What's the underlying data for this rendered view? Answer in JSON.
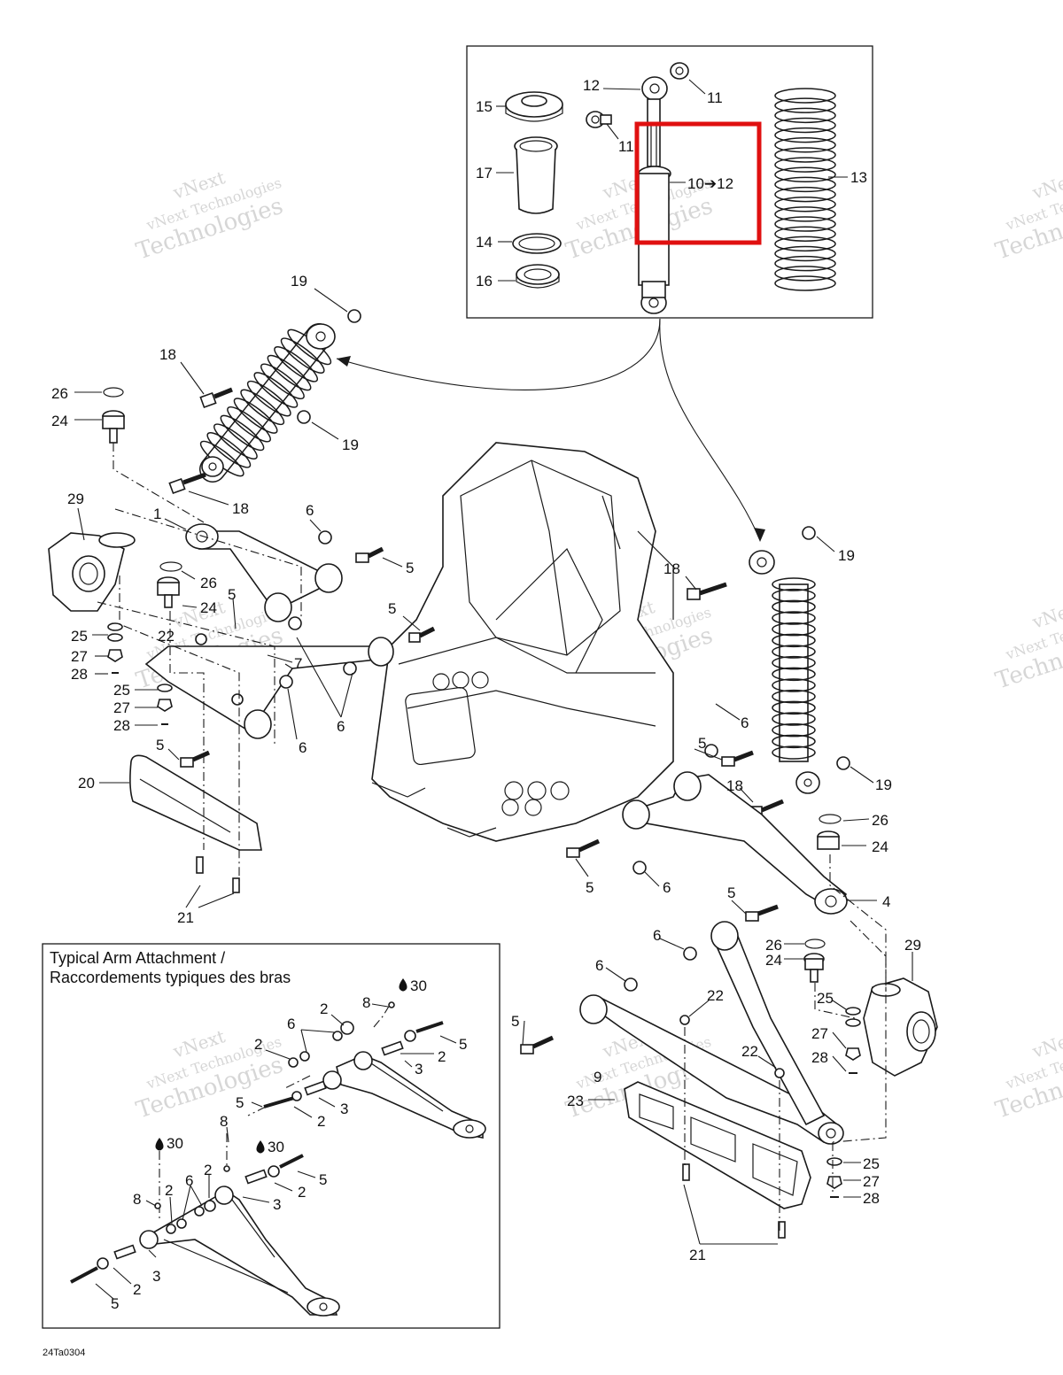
{
  "figure_ref": "24Ta0304",
  "inset_title_line1": "Typical Arm Attachment /",
  "inset_title_line2": "Raccordements typiques des bras",
  "highlight_color": "#e01010",
  "watermark": {
    "line1": "vNext",
    "line2": "vNext Technologies",
    "line3": "Technologies"
  },
  "callouts": {
    "c15": "15",
    "c17": "17",
    "c14": "14",
    "c16": "16",
    "c12a": "12",
    "c11a": "11",
    "c11b": "11",
    "c10_12": "10➔12",
    "c13": "13",
    "c19a": "19",
    "c18a": "18",
    "c19b": "19",
    "c18b": "18",
    "c26a": "26",
    "c24a": "24",
    "c29a": "29",
    "c1": "1",
    "c6a": "6",
    "c5a": "5",
    "c26b": "26",
    "c24b": "24",
    "c5b": "5",
    "c5c": "5",
    "c25a": "25",
    "c22a": "22",
    "c27a": "27",
    "c28a": "28",
    "c7": "7",
    "c25b": "25",
    "c27b": "27",
    "c28b": "28",
    "c6b": "6",
    "c6c": "6",
    "c5d": "5",
    "c20": "20",
    "c21a": "21",
    "c19c": "19",
    "c18c": "18",
    "c6d": "6",
    "c5e": "5",
    "c18d": "18",
    "c19d": "19",
    "c26c": "26",
    "c24c": "24",
    "c5f": "5",
    "c6e": "6",
    "c4": "4",
    "c5g": "5",
    "c29b": "29",
    "c6f": "6",
    "c26d": "26",
    "c24d": "24",
    "c6g": "6",
    "c22b": "22",
    "c25c": "25",
    "c5h": "5",
    "c27c": "27",
    "c22c": "22",
    "c28c": "28",
    "c9": "9",
    "c23": "23",
    "c25d": "25",
    "c27d": "27",
    "c28d": "28",
    "c21b": "21",
    "i30a": "30",
    "i8a": "8",
    "i2a": "2",
    "i6a": "6",
    "i2b": "2",
    "i5a": "5",
    "i2c": "2",
    "i3a": "3",
    "i5b": "5",
    "i3b": "3",
    "i2d": "2",
    "i8b": "8",
    "i30b": "30",
    "i30c": "30",
    "i2e": "2",
    "i6b": "6",
    "i5c": "5",
    "i2f": "2",
    "i3c": "3",
    "i8c": "8",
    "i2g": "2",
    "i3d": "3",
    "i2h": "2",
    "i5d": "5"
  }
}
